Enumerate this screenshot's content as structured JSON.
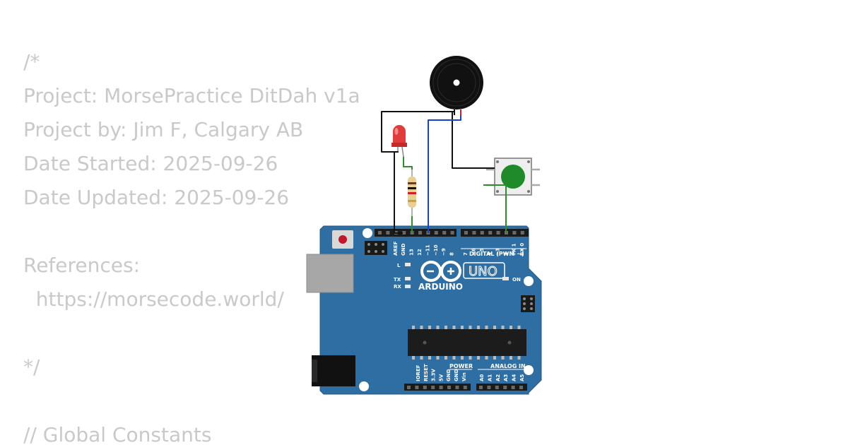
{
  "code": {
    "lines": [
      "/*",
      "Project: MorsePractice DitDah v1a",
      "Project by: Jim F, Calgary AB",
      "Date Started: 2025-09-26",
      "Date Updated: 2025-09-26",
      "",
      "References:",
      "  https://morsecode.world/",
      "",
      "*/",
      "",
      "// Global Constants"
    ]
  },
  "board": {
    "logo_text": "ARDUINO",
    "model": "UNO",
    "digital_header_label": "DIGITAL (PWM ~)",
    "on_label": "ON",
    "l_label": "L",
    "tx_label": "TX",
    "rx_label": "RX",
    "power_label": "POWER",
    "analog_label": "ANALOG IN",
    "top_pins": [
      "AREF",
      "GND",
      "13",
      "12",
      "~11",
      "~10",
      "~9",
      "8",
      "7",
      "~6",
      "~5",
      "4",
      "~3",
      "2",
      "TX 1",
      "RX 0"
    ],
    "power_pins": [
      "IOREF",
      "RESET",
      "3.3V",
      "5V",
      "GND",
      "GND",
      "Vin"
    ],
    "analog_pins": [
      "A0",
      "A1",
      "A2",
      "A3",
      "A4",
      "A5"
    ]
  },
  "colors": {
    "board": "#2f6ea3",
    "wire_black": "#111111",
    "wire_blue": "#1a3fd0",
    "wire_green": "#2e8b2e",
    "led": "#e23b3b",
    "button": "#1e8a2a",
    "code_text": "#c9c9c9"
  },
  "icons": {
    "buzzer": "piezo-buzzer-icon",
    "led": "red-led-icon",
    "resistor": "resistor-icon",
    "button": "pushbutton-icon"
  }
}
